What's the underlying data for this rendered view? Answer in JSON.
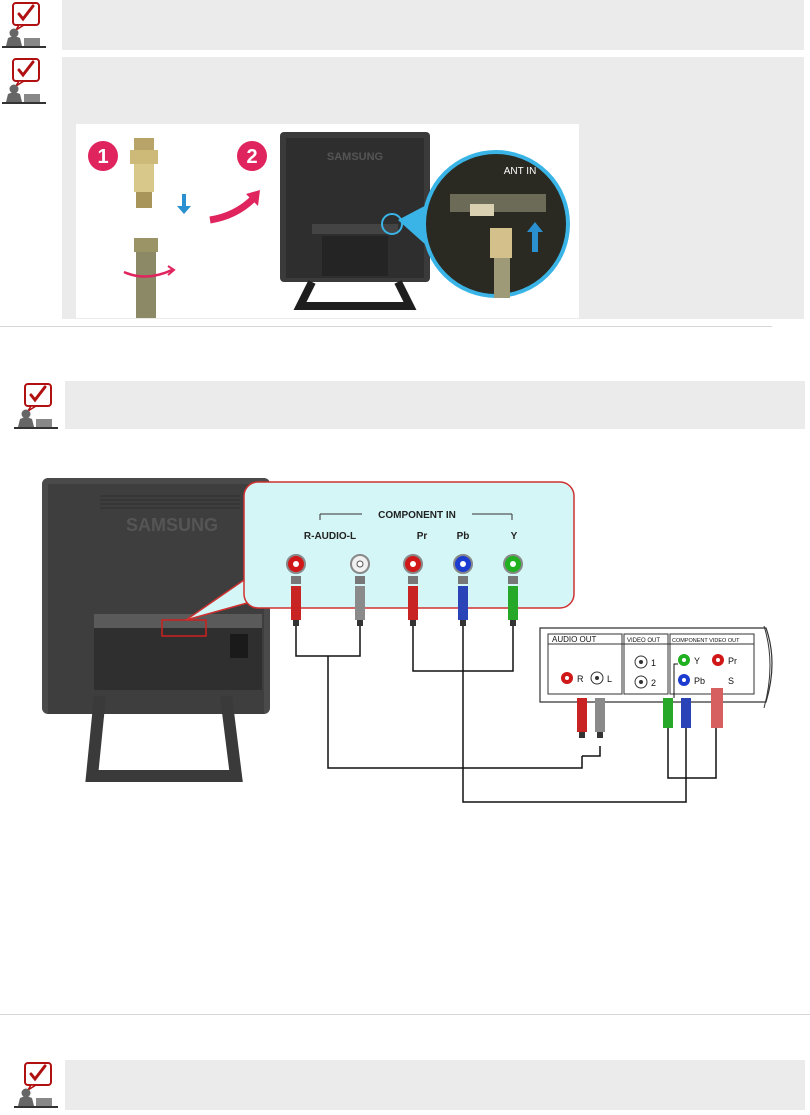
{
  "diagram1": {
    "step1": "1",
    "step2": "2",
    "tv_brand": "SAMSUNG",
    "callout_label": "ANT IN"
  },
  "diagram2": {
    "tv_brand": "SAMSUNG",
    "component_in_label": "COMPONENT IN",
    "port_labels": [
      "R-AUDIO-L",
      "Pr",
      "Pb",
      "Y"
    ],
    "device": {
      "audio_out": "AUDIO OUT",
      "video_out": "VIDEO OUT",
      "component_video_out": "COMPONENT VIDEO OUT",
      "r": "R",
      "l": "L",
      "v1": "1",
      "v2": "2",
      "y": "Y",
      "pr": "Pr",
      "pb": "Pb",
      "s": "S"
    }
  },
  "colors": {
    "note_bg": "#ebebeb",
    "red": "#d01818",
    "green": "#20b020",
    "blue": "#1c3ccf",
    "callout_bg": "#d4f6f6",
    "callout_border": "#d03030"
  },
  "icons": [
    "note-icon"
  ]
}
